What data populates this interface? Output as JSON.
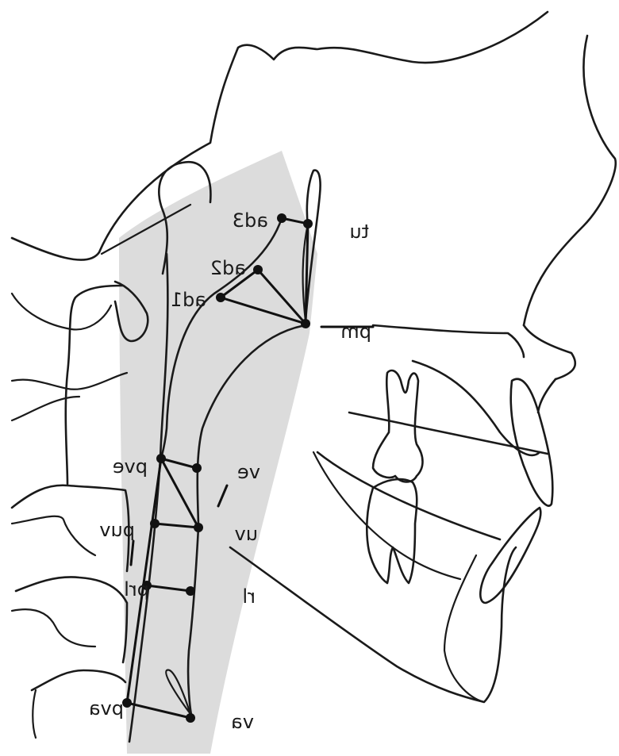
{
  "landmarks": [
    {
      "id": "tu",
      "label": "tu"
    },
    {
      "id": "ad3",
      "label": "ad3"
    },
    {
      "id": "ad2",
      "label": "ad2"
    },
    {
      "id": "ad1",
      "label": "ad1"
    },
    {
      "id": "pm",
      "label": "pm"
    },
    {
      "id": "pve",
      "label": "pve"
    },
    {
      "id": "ve",
      "label": "ve"
    },
    {
      "id": "puv",
      "label": "puv"
    },
    {
      "id": "uv",
      "label": "uv"
    },
    {
      "id": "prl",
      "label": "prl"
    },
    {
      "id": "rl",
      "label": "rl"
    },
    {
      "id": "pva",
      "label": "pva"
    },
    {
      "id": "va",
      "label": "va"
    }
  ],
  "colors": {
    "line": "#1a1a1a",
    "airway_shade": "#dcdcdc",
    "background": "#ffffff"
  }
}
